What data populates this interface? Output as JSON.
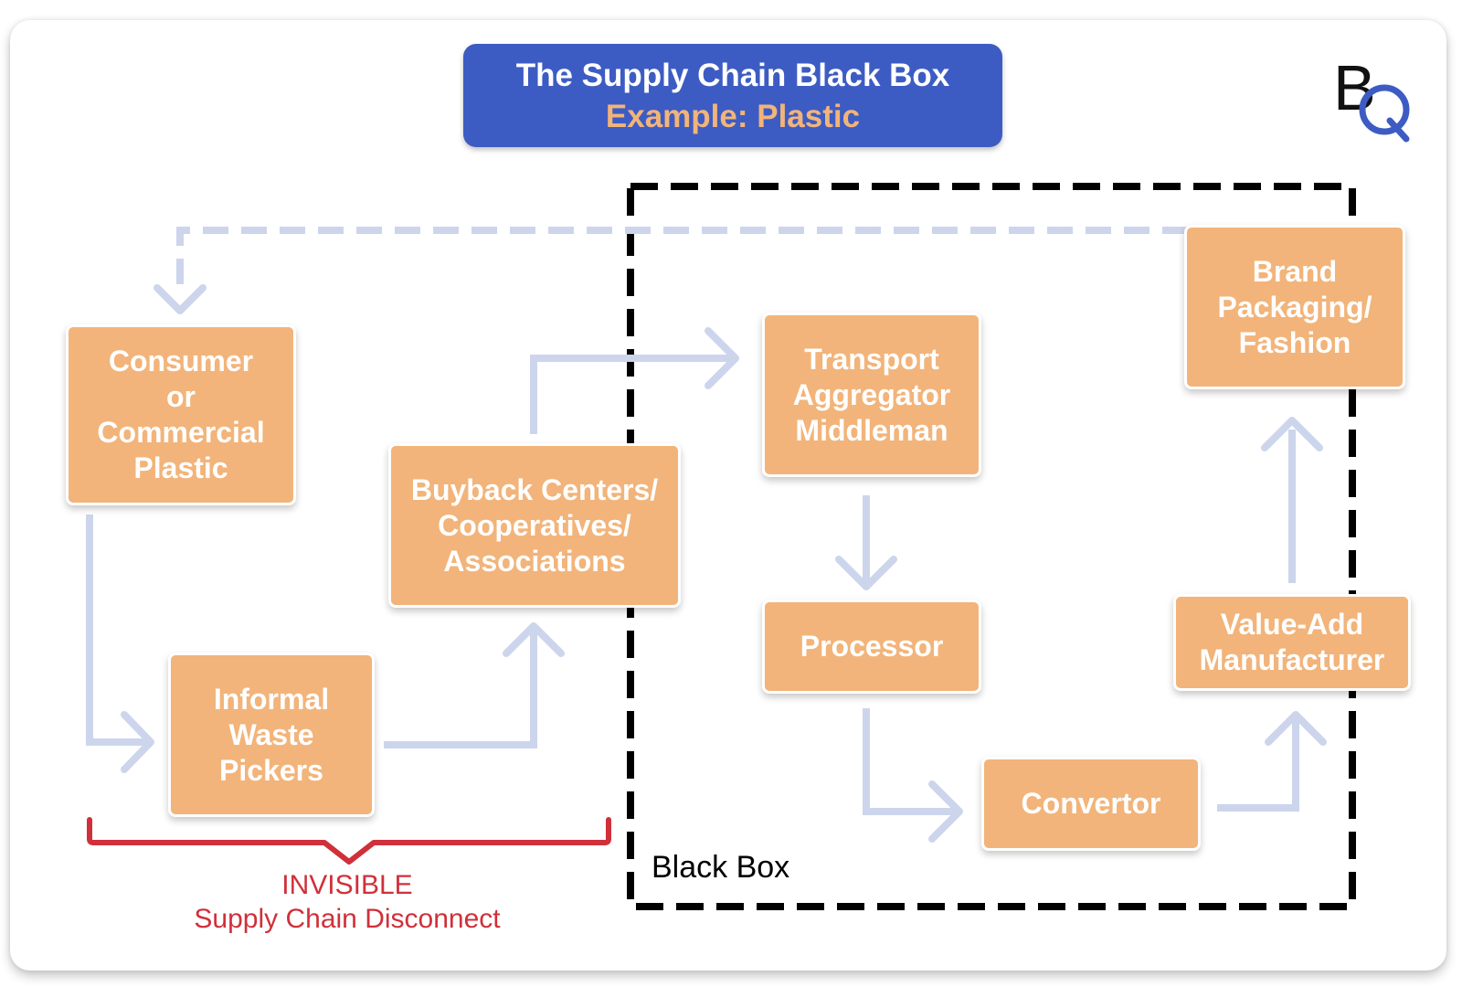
{
  "title": {
    "line1": "The Supply Chain Black Box",
    "line2": "Example: Plastic"
  },
  "logo": {
    "letters": [
      "B",
      "Q"
    ],
    "name": "bq-logo"
  },
  "nodes": {
    "consumer": "Consumer\nor\nCommercial\nPlastic",
    "waste_pickers": "Informal\nWaste\nPickers",
    "buyback": "Buyback Centers/\nCooperatives/\nAssociations",
    "transport": "Transport\nAggregator\nMiddleman",
    "processor": "Processor",
    "convertor": "Convertor",
    "value_add": "Value-Add\nManufacturer",
    "brand": "Brand\nPackaging/\nFashion"
  },
  "black_box_label": "Black Box",
  "invisible": {
    "line1": "INVISIBLE",
    "line2": "Supply Chain Disconnect"
  },
  "colors": {
    "title_bg": "#3d5cc3",
    "node_fill": "#f2b47a",
    "arrow": "#ccd5ec",
    "accent_red": "#d0303a",
    "logo_blue": "#3d5cc3"
  }
}
